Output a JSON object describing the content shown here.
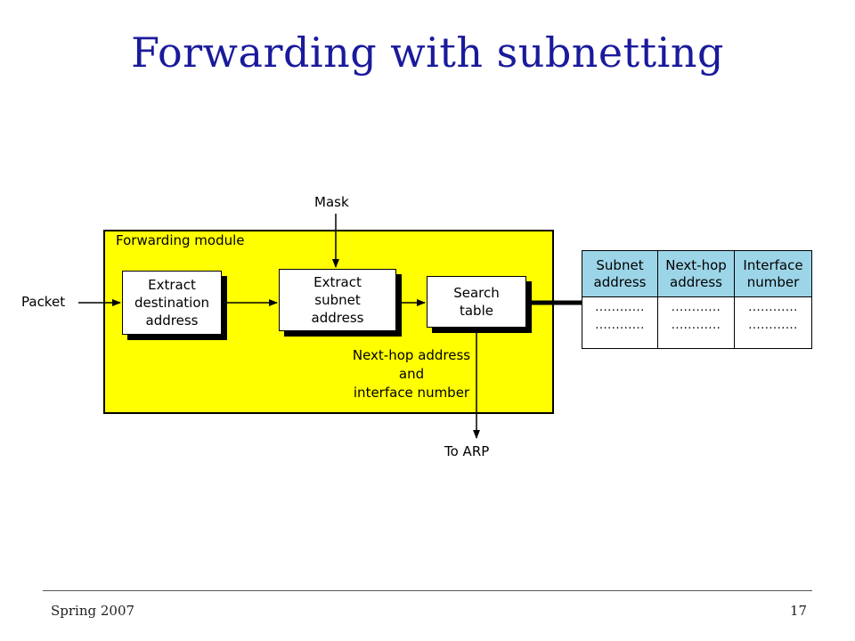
{
  "title": "Forwarding with subnetting",
  "diagram": {
    "module_label": "Forwarding module",
    "input_label": "Packet",
    "mask_label": "Mask",
    "boxes": {
      "extract_destination": "Extract\ndestination\naddress",
      "extract_subnet": "Extract\nsubnet\naddress",
      "search_table": "Search\ntable"
    },
    "result_label": "Next-hop address\nand\ninterface number",
    "output_label": "To ARP",
    "colors": {
      "module_fill": "#ffff00",
      "table_header_fill": "#9dd5e8",
      "title": "#1a1a9c"
    }
  },
  "routing_table": {
    "headers": [
      "Subnet\naddress",
      "Next-hop\naddress",
      "Interface\nnumber"
    ],
    "cells": [
      "............\n............",
      "............\n............",
      "............\n............"
    ]
  },
  "footer": {
    "left": "Spring 2007",
    "right": "17"
  }
}
